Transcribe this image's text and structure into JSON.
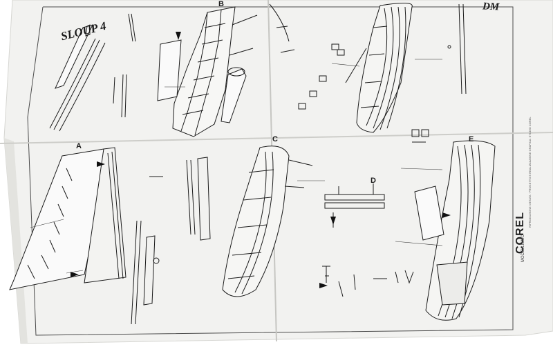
{
  "sheet": {
    "title_left": "SLOUP 4",
    "title_right": "DM",
    "brand_name": "COREL",
    "brand_tag": "MODELLISMO",
    "brand_fine": "RIPRODUZIONE VIETATA · PROGETTO E REALIZZAZIONE GRAFICA: STUDIO COREL"
  },
  "sections": [
    {
      "id": "A",
      "label": "A"
    },
    {
      "id": "B",
      "label": "B"
    },
    {
      "id": "C",
      "label": "C"
    },
    {
      "id": "D",
      "label": "D"
    },
    {
      "id": "E",
      "label": "E"
    }
  ],
  "colors": {
    "paper": "#f2f2f0",
    "ink": "#1a1a1a",
    "fold": "#c9c9c6",
    "shadow": "#bdbdb8"
  }
}
